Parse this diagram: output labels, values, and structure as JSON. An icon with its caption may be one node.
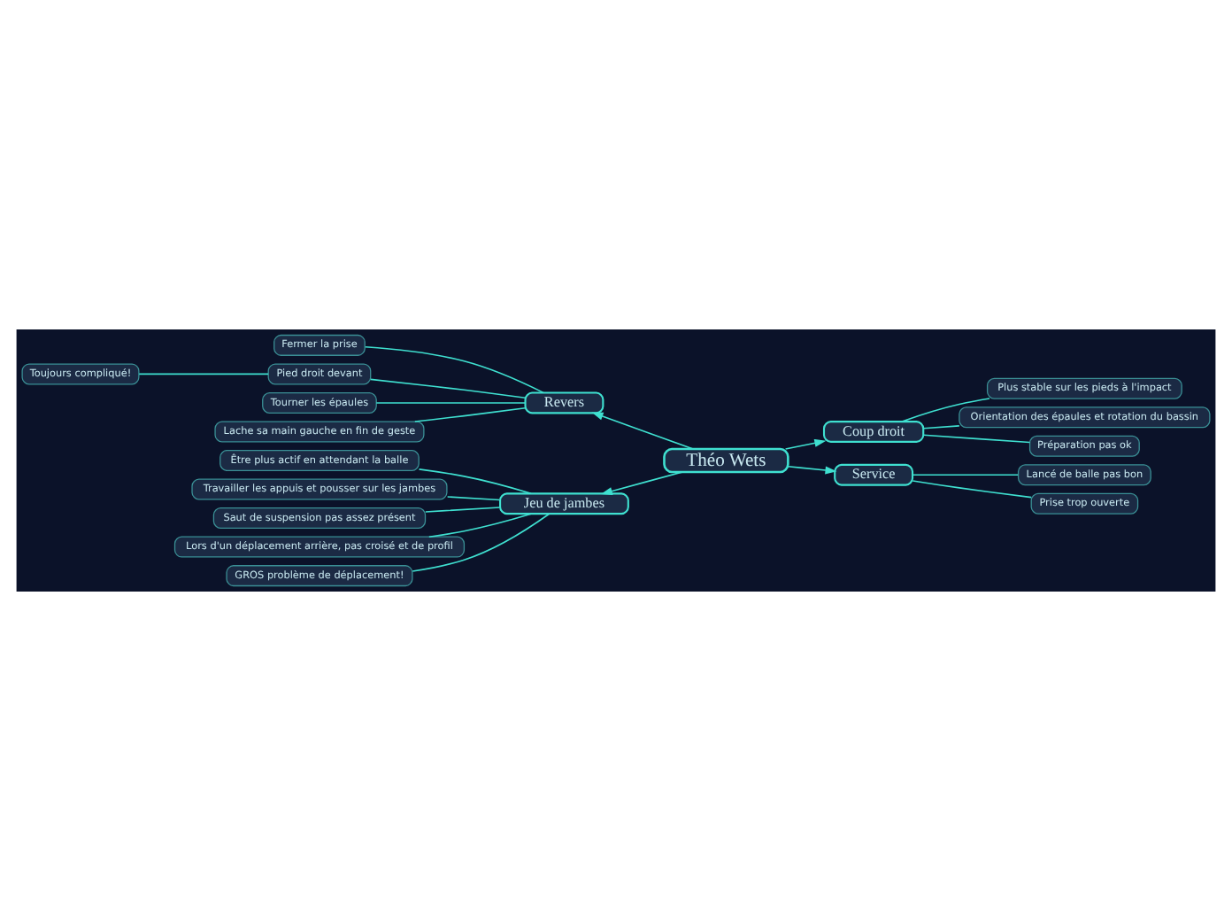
{
  "diagram": {
    "nodes": [
      {
        "text": [
          "Théo Wets"
        ]
      },
      {
        "text": [
          "Revers"
        ]
      },
      {
        "text": [
          "Fermer la prise"
        ]
      },
      {
        "text": [
          "Pied droit devant"
        ]
      },
      {
        "text": [
          "Toujours compliqué!"
        ]
      },
      {
        "text": [
          "Tourner les épaules"
        ]
      },
      {
        "text": [
          "Lache sa main gauche en fin de geste"
        ]
      },
      {
        "text": [
          "Coup droit"
        ]
      },
      {
        "text": [
          "Plus stable sur les pieds à l'impact"
        ]
      },
      {
        "text": [
          "Orientation des épaules et rotation du bassin"
        ]
      },
      {
        "text": [
          "Préparation pas ok"
        ]
      },
      {
        "text": [
          "Jeu de jambes"
        ]
      },
      {
        "text": [
          "Être plus actif en attendant la balle"
        ]
      },
      {
        "text": [
          "Travailler les appuis et pousser sur les jambes"
        ]
      },
      {
        "text": [
          "Saut de suspension pas assez présent"
        ]
      },
      {
        "text": [
          "Lors d'un déplacement arrière, pas croisé et de profil"
        ]
      },
      {
        "text": [
          "GROS problème de déplacement!"
        ]
      },
      {
        "text": [
          "Service"
        ]
      },
      {
        "text": [
          "Lancé de balle pas bon"
        ]
      },
      {
        "text": [
          "Prise trop ouverte"
        ]
      }
    ],
    "edges": [
      {
        "from": 0,
        "to": 1,
        "arrow": "to"
      },
      {
        "from": 1,
        "to": 2,
        "arrow": "none"
      },
      {
        "from": 1,
        "to": 3,
        "arrow": "none"
      },
      {
        "from": 3,
        "to": 4,
        "arrow": "none"
      },
      {
        "from": 1,
        "to": 5,
        "arrow": "none"
      },
      {
        "from": 1,
        "to": 6,
        "arrow": "none"
      },
      {
        "from": 0,
        "to": 7,
        "arrow": "to"
      },
      {
        "from": 7,
        "to": 8,
        "arrow": "none"
      },
      {
        "from": 7,
        "to": 9,
        "arrow": "none"
      },
      {
        "from": 7,
        "to": 10,
        "arrow": "none"
      },
      {
        "from": 0,
        "to": 11,
        "arrow": "to"
      },
      {
        "from": 11,
        "to": 12,
        "arrow": "none"
      },
      {
        "from": 11,
        "to": 13,
        "arrow": "none"
      },
      {
        "from": 11,
        "to": 14,
        "arrow": "none"
      },
      {
        "from": 11,
        "to": 15,
        "arrow": "none"
      },
      {
        "from": 11,
        "to": 16,
        "arrow": "none"
      },
      {
        "from": 0,
        "to": 17,
        "arrow": "to"
      },
      {
        "from": 17,
        "to": 18,
        "arrow": "none"
      },
      {
        "from": 17,
        "to": 19,
        "arrow": "none"
      }
    ]
  }
}
